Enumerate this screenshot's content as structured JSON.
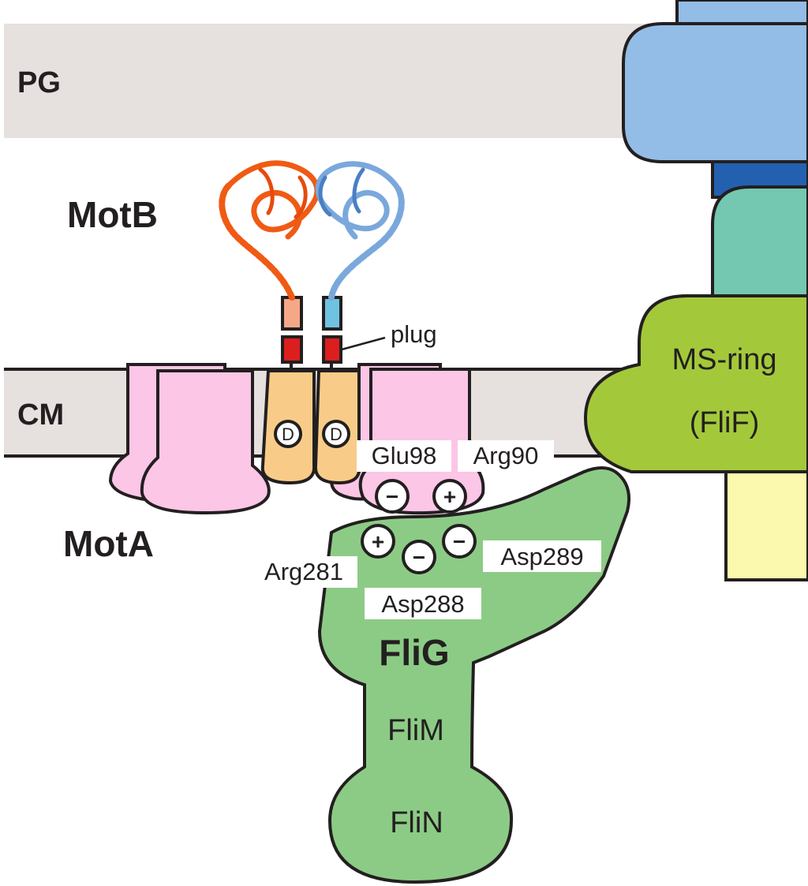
{
  "layers": {
    "pg": "PG",
    "cm": "CM"
  },
  "proteins": {
    "motb": "MotB",
    "mota": "MotA",
    "plug": "plug",
    "flig": "FliG",
    "flim": "FliM",
    "flin": "FliN",
    "ms_ring_line1": "MS-ring",
    "ms_ring_line2": "(FliF)",
    "asp_marker": "D"
  },
  "residues": {
    "glu98": "Glu98",
    "arg90": "Arg90",
    "arg281": "Arg281",
    "asp288": "Asp288",
    "asp289": "Asp289"
  },
  "charges": {
    "plus": "+",
    "minus": "−"
  },
  "colors": {
    "pg_layer": "#e6e0df",
    "cm_layer": "#e6e0df",
    "mota": "#fcc6e6",
    "motb_tm": "#f8cc88",
    "motb_orange": "#f05a14",
    "motb_blue": "#7aa8dc",
    "plug_red": "#dc1e1e",
    "flig": "#8ccb85",
    "ms_ring": "#a3c93a",
    "rod_teal": "#74c7b0",
    "rod_blue": "#93bde6",
    "rod_dark_blue": "#2460b0",
    "c_ring_yellow": "#fbf9ae"
  }
}
